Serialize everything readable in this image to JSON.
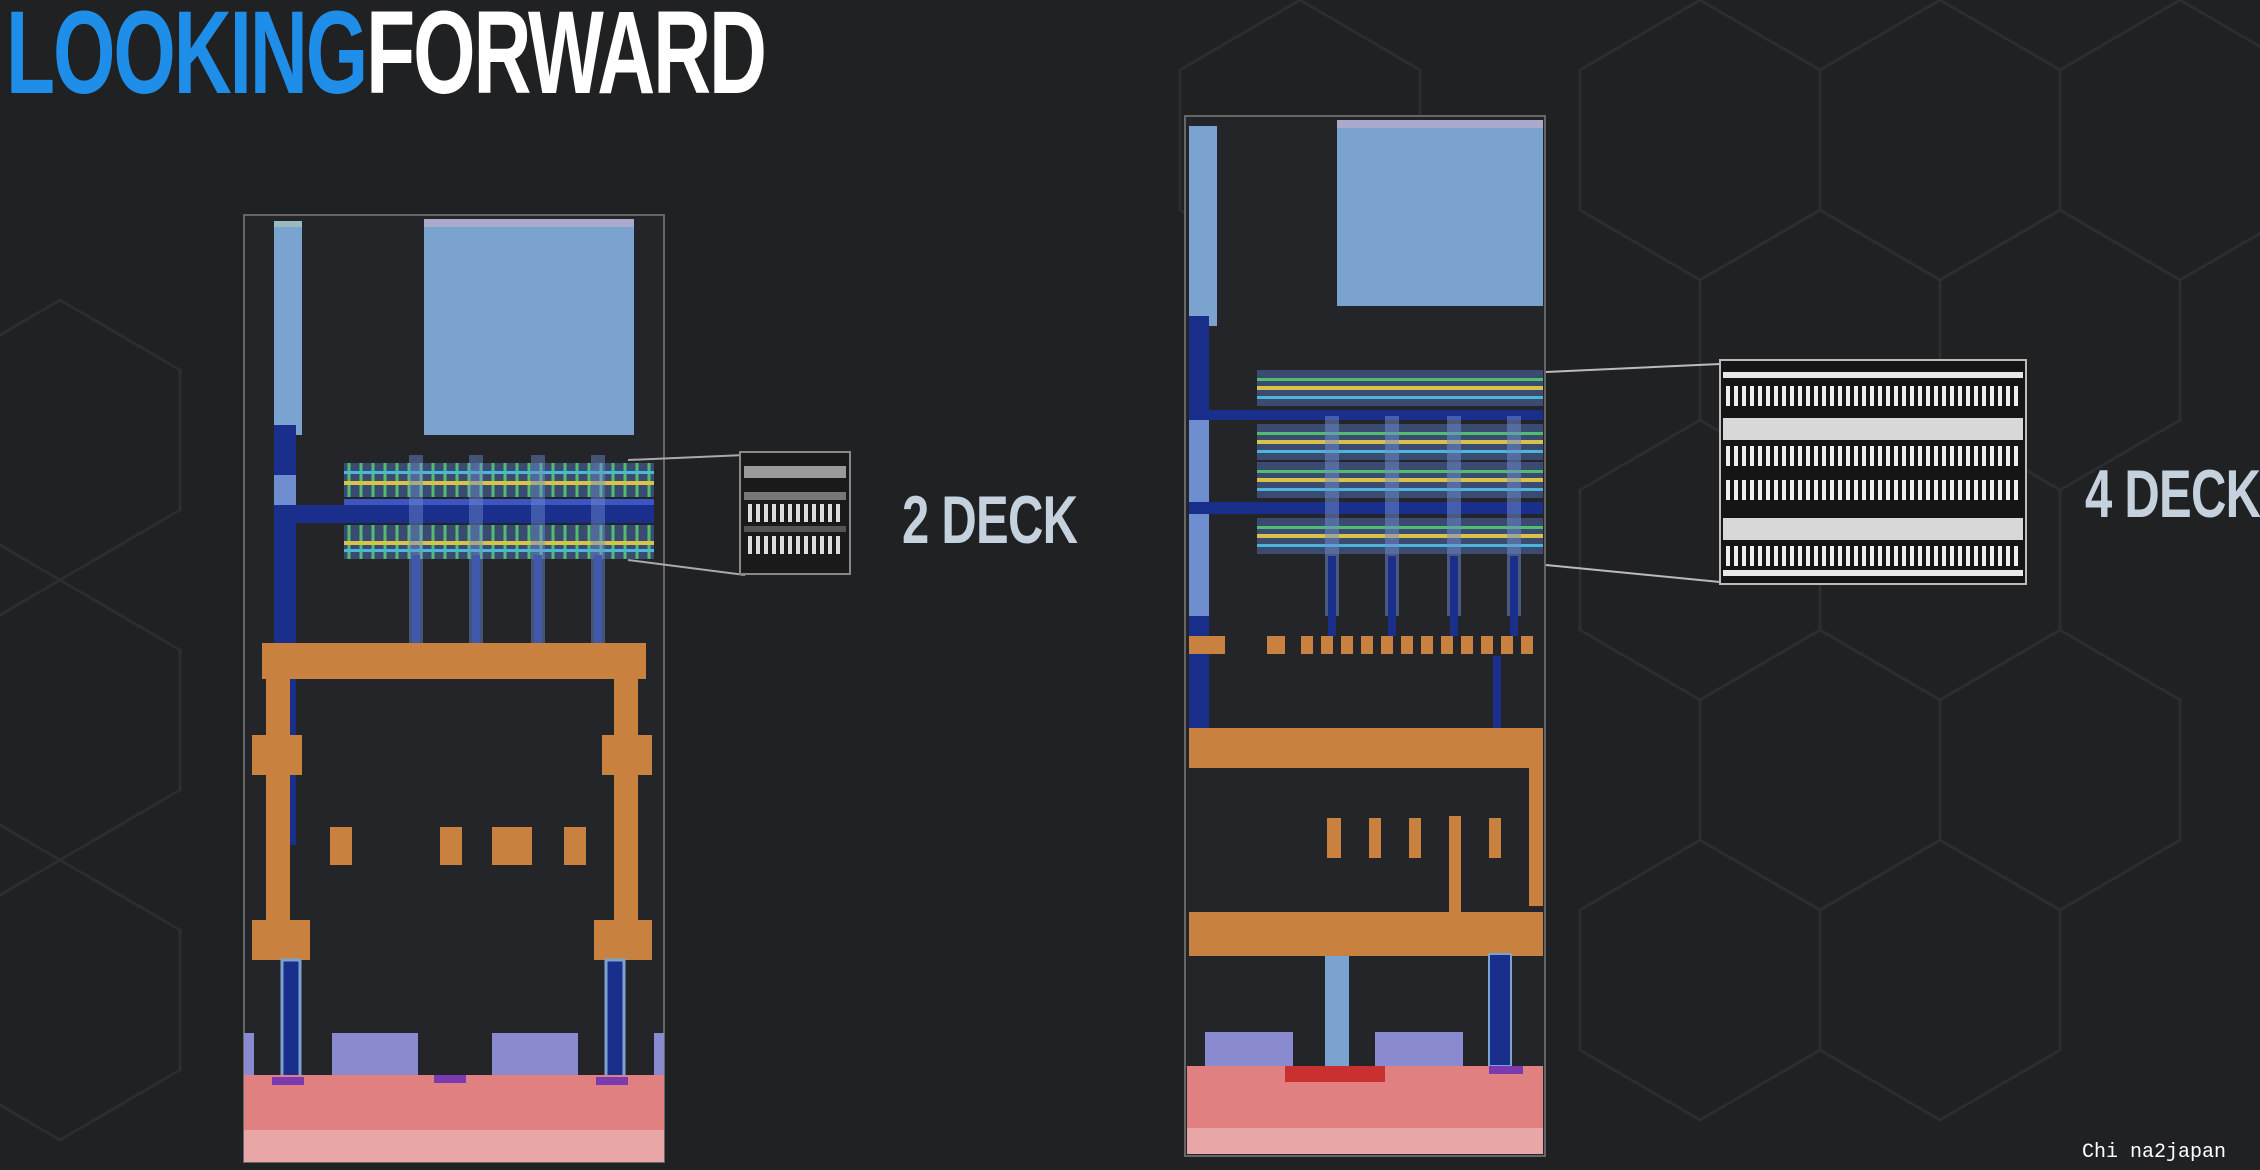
{
  "slide": {
    "title_part1": "LOOKING",
    "title_part2": "FORWARD"
  },
  "panels": [
    {
      "label": "2 DECK",
      "deck_count": 2
    },
    {
      "label": "4 DECK",
      "deck_count": 4
    }
  ],
  "watermark": "Chi na2japan",
  "colors": {
    "title_blue": "#1f8ee8",
    "background": "#202123",
    "light_blue": "#7ba3cf",
    "dark_blue": "#1a2e8c",
    "copper": "#c9813f",
    "substrate": "#e08080"
  }
}
